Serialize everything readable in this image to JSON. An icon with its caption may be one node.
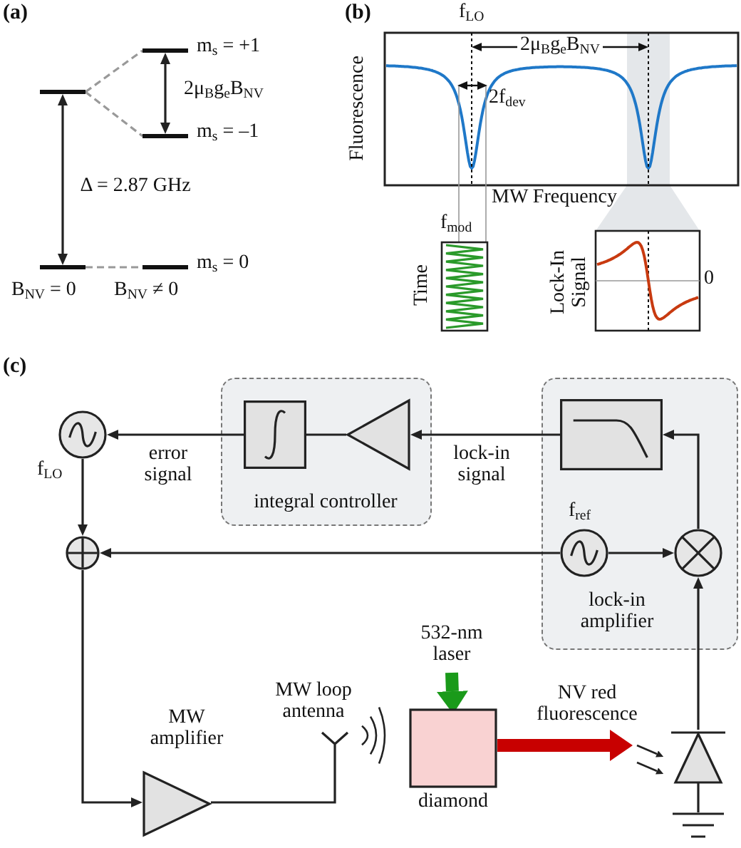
{
  "diagram": {
    "nodes": [
      {
        "text": [],
        "shape": "bar"
      },
      {
        "text": [],
        "shape": "bar",
        "beside": [
          "m$_{s}$ = +1"
        ]
      },
      {
        "text": [],
        "shape": "bar",
        "beside": [
          "m$_{s}$ = –1"
        ]
      },
      {
        "text": [],
        "shape": "bar"
      },
      {
        "text": [],
        "shape": "bar",
        "beside": [
          "m$_{s}$ = 0"
        ]
      },
      {
        "text": [
          "integral controller"
        ]
      },
      {
        "text": [
          "lock-in amplifier"
        ]
      },
      {
        "text": [],
        "shape": "circle",
        "beside": [
          "f$_{LO}$"
        ]
      },
      {
        "text": [],
        "shape": "box",
        "in": 5
      },
      {
        "text": [],
        "shape": "triangle",
        "in": 5
      },
      {
        "text": [],
        "shape": "box",
        "in": 6
      },
      {
        "text": [],
        "shape": "circle",
        "in": 6,
        "beside": [
          "f$_{ref}$"
        ]
      },
      {
        "text": [],
        "shape": "circle",
        "in": 6
      },
      {
        "text": [],
        "shape": "circle"
      },
      {
        "text": [
          "532-nm laser"
        ]
      },
      {
        "text": [
          "MW amplifier"
        ]
      },
      {
        "text": [
          "MW loop antenna"
        ]
      },
      {
        "text": [
          "diamond"
        ]
      },
      {
        "text": [],
        "shape": "diode"
      },
      {
        "text": [],
        "shape": "ground"
      }
    ],
    "edges": [
      {
        "from": 0,
        "to": 1,
        "arrow": "none",
        "style": "dashed",
        "color": "#999999"
      },
      {
        "from": 0,
        "to": 2,
        "arrow": "none",
        "style": "dashed",
        "color": "#999999"
      },
      {
        "from": 3,
        "to": 4,
        "arrow": "none",
        "style": "dashed",
        "color": "#999999"
      },
      {
        "from": 10,
        "to": 9,
        "arrow": "to",
        "label": "lock-in signal"
      },
      {
        "from": 9,
        "to": 8,
        "arrow": "none"
      },
      {
        "from": 8,
        "to": 7,
        "arrow": "to",
        "label": "error signal"
      },
      {
        "from": 7,
        "to": 13,
        "arrow": "to"
      },
      {
        "from": 11,
        "to": 13,
        "arrow": "to"
      },
      {
        "from": 11,
        "to": 12,
        "arrow": "to"
      },
      {
        "from": 12,
        "to": 10,
        "arrow": "to"
      },
      {
        "from": 18,
        "to": 12,
        "arrow": "to"
      },
      {
        "from": 13,
        "to": 15,
        "arrow": "to"
      },
      {
        "from": 15,
        "to": 16,
        "arrow": "none"
      },
      {
        "from": 14,
        "to": 17,
        "arrow": "to",
        "style": "thick",
        "color": "#1a9a1a"
      },
      {
        "from": 17,
        "to": 18,
        "arrow": "to",
        "label": "NV red fluorescence",
        "style": "thick",
        "color": "#c80000"
      },
      {
        "from": 18,
        "to": 19,
        "arrow": "none"
      },
      {
        "from": 1,
        "to": 2,
        "arrow": "both",
        "label": "2μ$_{B}$g$_{e}$B$_{NV}$"
      },
      {
        "from": 0,
        "to": 3,
        "arrow": "both",
        "label": "Δ = 2.87 GHz"
      }
    ],
    "labels": [
      "(a)",
      "B$_{NV}$ = 0",
      "B$_{NV}$ ≠ 0",
      "(b)",
      "f$_{LO}$",
      "2μ$_{B}$g$_{e}$B$_{NV}$",
      "2f$_{dev}$",
      "Fluorescence",
      "MW Frequency",
      "f$_{mod}$",
      "Time",
      "Lock-In Signal",
      "0",
      "(c)"
    ]
  }
}
